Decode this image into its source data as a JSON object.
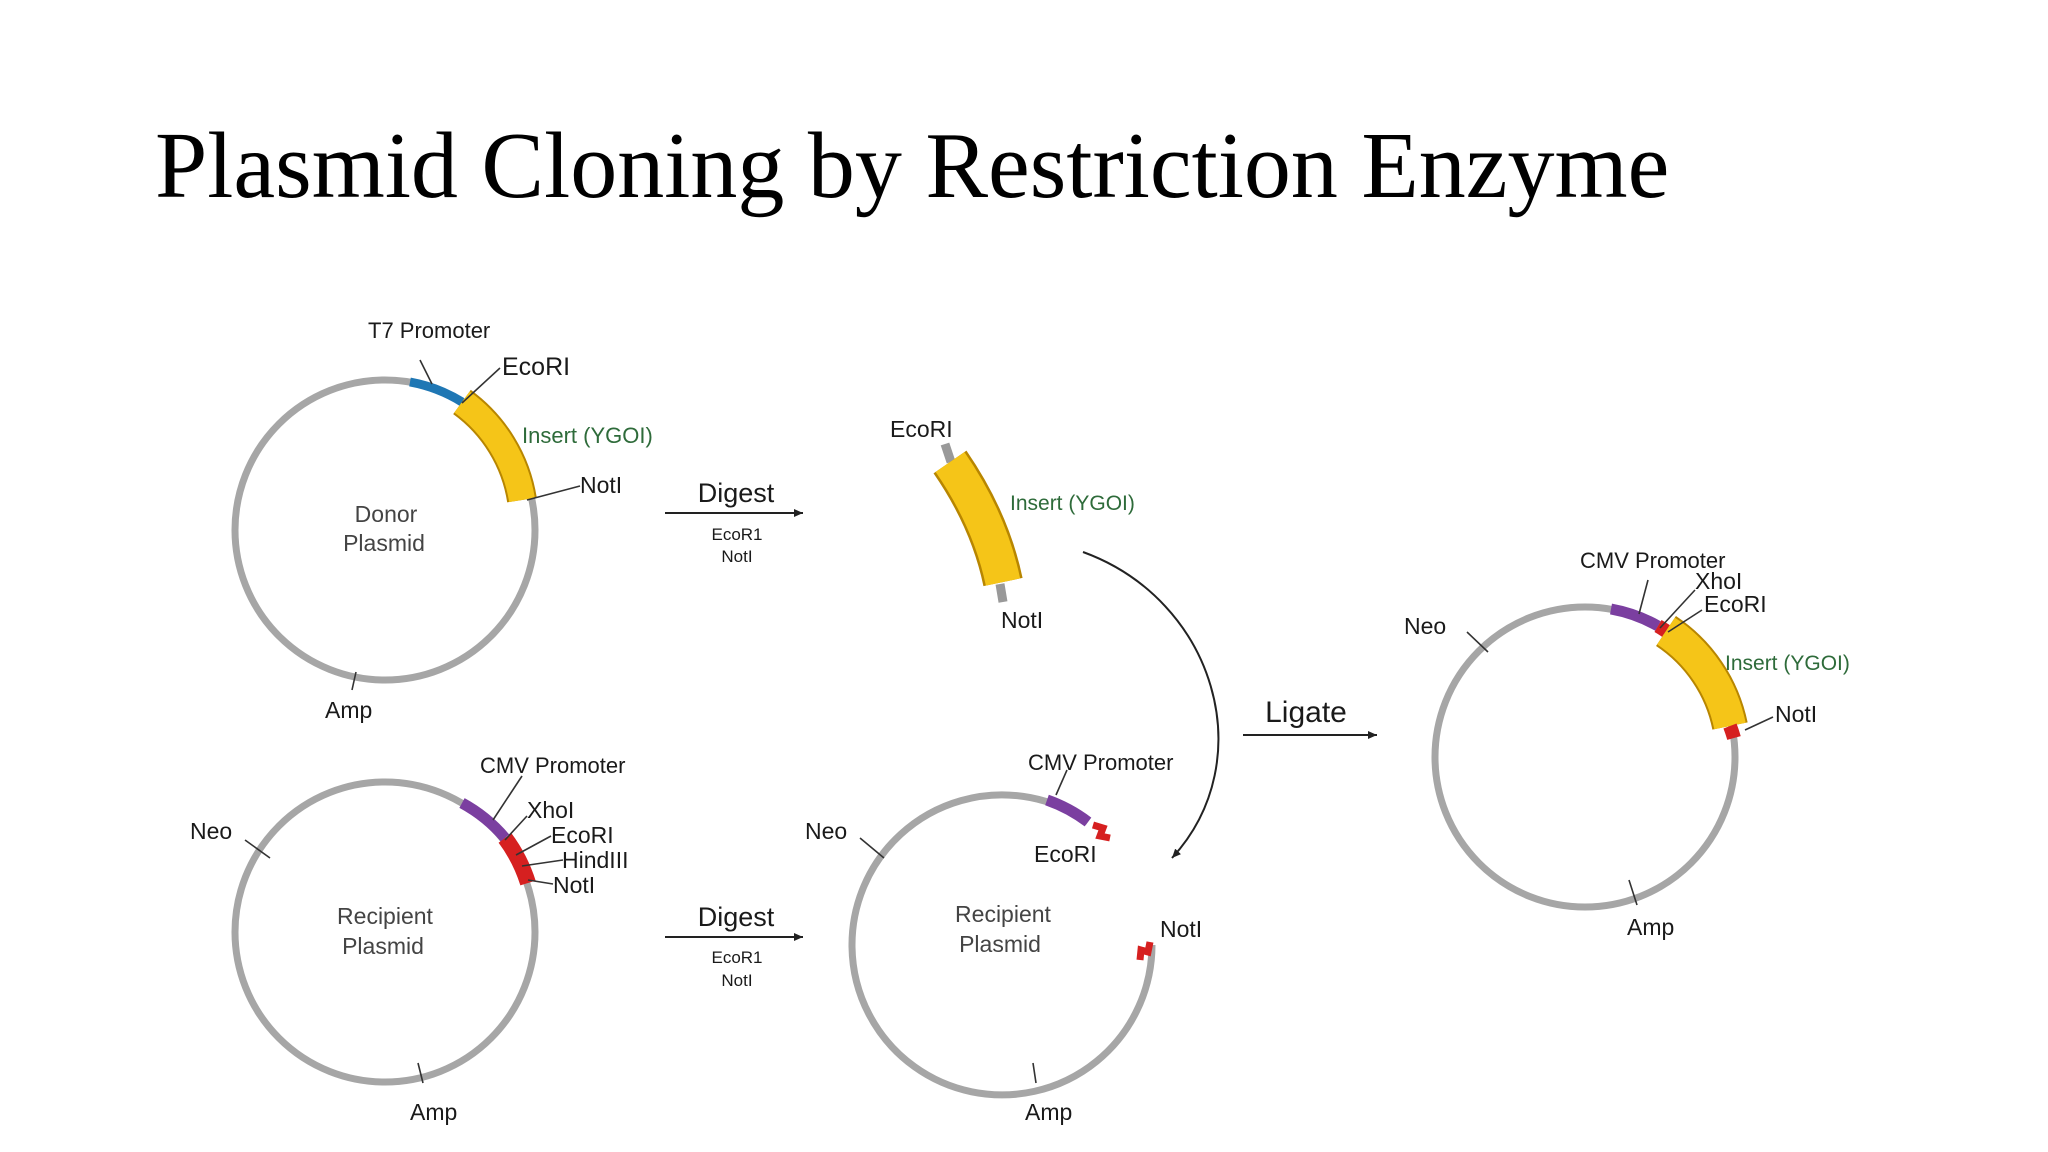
{
  "title": "Plasmid Cloning by Restriction Enzyme",
  "colors": {
    "backbone": "#a6a6a6",
    "insert": "#f5c518",
    "t7_promoter": "#1f77b4",
    "cmv_promoter": "#7b3fa0",
    "mcs": "#d62020",
    "insert_label": "#2e6b3a"
  },
  "donor": {
    "name_line1": "Donor",
    "name_line2": "Plasmid",
    "t7_promoter": "T7 Promoter",
    "ecori": "EcoRI",
    "insert": "Insert (YGOI)",
    "noti": "NotI",
    "amp": "Amp"
  },
  "recipient": {
    "name_line1": "Recipient",
    "name_line2": "Plasmid",
    "cmv_promoter": "CMV Promoter",
    "xhoi": "XhoI",
    "ecori": "EcoRI",
    "hindiii": "HindIII",
    "noti": "NotI",
    "neo": "Neo",
    "amp": "Amp"
  },
  "digest_top": {
    "label": "Digest",
    "enzyme1": "EcoR1",
    "enzyme2": "NotI"
  },
  "digest_bottom": {
    "label": "Digest",
    "enzyme1": "EcoR1",
    "enzyme2": "NotI"
  },
  "fragment": {
    "ecori": "EcoRI",
    "insert": "Insert (YGOI)",
    "noti": "NotI"
  },
  "cut_recipient": {
    "name_line1": "Recipient",
    "name_line2": "Plasmid",
    "cmv_promoter": "CMV Promoter",
    "ecori": "EcoRI",
    "noti": "NotI",
    "neo": "Neo",
    "amp": "Amp"
  },
  "ligate": {
    "label": "Ligate"
  },
  "final": {
    "cmv_promoter": "CMV Promoter",
    "xhoi": "XhoI",
    "ecori": "EcoRI",
    "insert": "Insert (YGOI)",
    "noti": "NotI",
    "neo": "Neo",
    "amp": "Amp"
  }
}
